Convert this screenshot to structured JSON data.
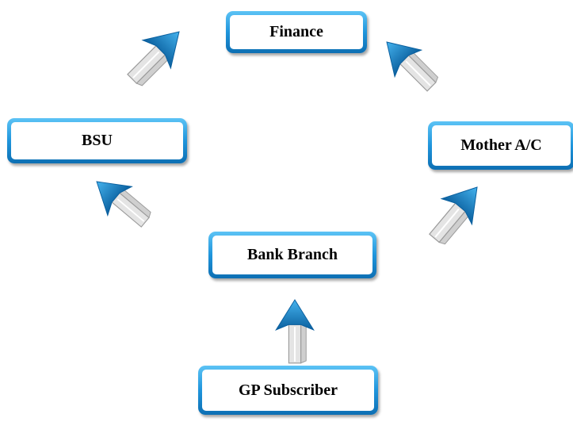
{
  "diagram": {
    "nodes": [
      {
        "id": "finance",
        "label": "Finance"
      },
      {
        "id": "bsu",
        "label": "BSU"
      },
      {
        "id": "mother",
        "label": "Mother A/C"
      },
      {
        "id": "bank",
        "label": "Bank Branch"
      },
      {
        "id": "gp",
        "label": "GP Subscriber"
      }
    ],
    "edges": [
      {
        "from": "gp",
        "to": "bank"
      },
      {
        "from": "bank",
        "to": "bsu"
      },
      {
        "from": "bsu",
        "to": "finance"
      },
      {
        "from": "bank",
        "to": "mother"
      },
      {
        "from": "mother",
        "to": "finance"
      }
    ]
  },
  "colors": {
    "node_border_top": "#5cc3f5",
    "node_border_bottom": "#0d6fb3",
    "arrow_head_light": "#45b3ee",
    "arrow_head_dark": "#0a5f9e",
    "arrow_tail_fill": "#e4e4e4",
    "arrow_tail_stroke": "#9a9a9a"
  }
}
